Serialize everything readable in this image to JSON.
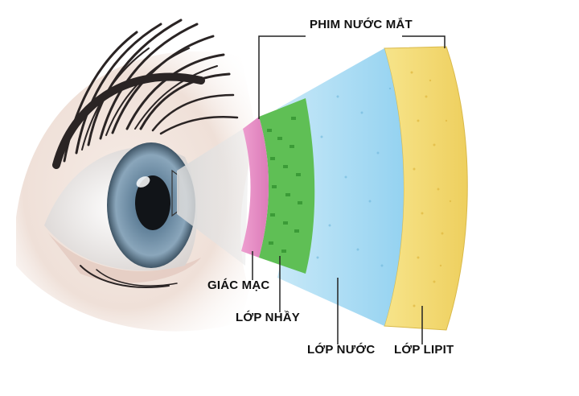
{
  "labels": {
    "tear_film": "PHIM NƯỚC MẮT",
    "cornea": "GIÁC MẠC",
    "mucus_layer": "LỚP NHẦY",
    "water_layer": "LỚP NƯỚC",
    "lipid_layer": "LỚP LIPIT"
  },
  "colors": {
    "cornea": "#e78bc4",
    "mucus": "#4fb64a",
    "water": "#a9dcf4",
    "lipid": "#f3dc78",
    "iris": "#6e8ea8"
  },
  "icons": {
    "eye": "eye-illustration"
  }
}
